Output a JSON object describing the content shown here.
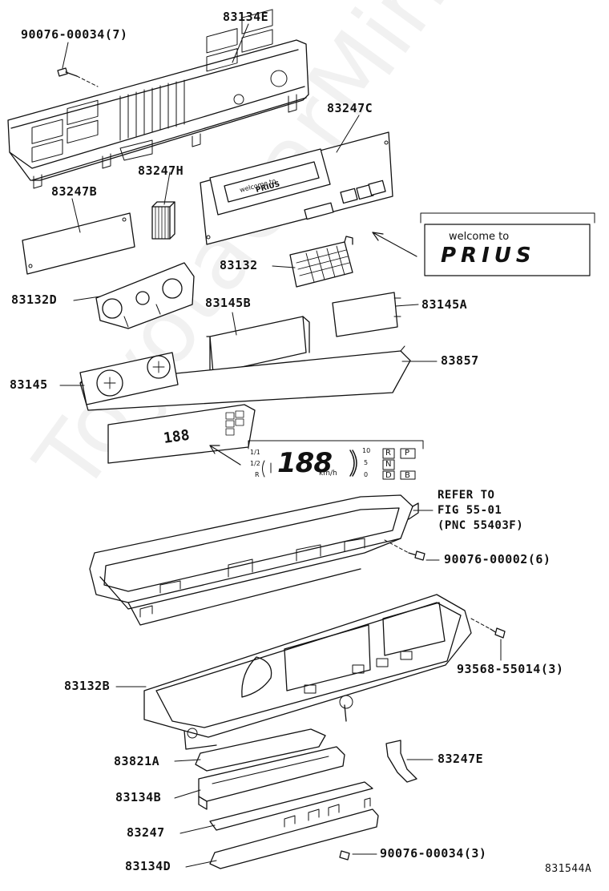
{
  "watermark": "ToyotaCarMine.ru",
  "diagram_code": "831544A",
  "inset": {
    "welcome_text": "welcome to",
    "brand": "PRIUS"
  },
  "display": {
    "digits": "188",
    "unit": "km/h",
    "gear": [
      "R",
      "P",
      "N",
      "D",
      "B"
    ],
    "scale": [
      "10",
      "5",
      "0"
    ],
    "fracs": [
      "1/1",
      "1/2",
      "R"
    ]
  },
  "callouts": {
    "bolt_top": "90076-00034(7)",
    "p83134E": "83134E",
    "p83247C": "83247C",
    "p83247H": "83247H",
    "p83247B": "83247B",
    "p83132": "83132",
    "p83132D": "83132D",
    "p83145B": "83145B",
    "p83145A": "83145A",
    "p83857": "83857",
    "p83145": "83145",
    "refer_1": "REFER TO",
    "refer_2": "FIG 55-01",
    "refer_3": "(PNC 55403F)",
    "screw_6": "90076-00002(6)",
    "screw_3a": "93568-55014(3)",
    "p83132B": "83132B",
    "p83821A": "83821A",
    "p83247E": "83247E",
    "p83134B": "83134B",
    "p83247": "83247",
    "screw_3b": "90076-00034(3)",
    "p83134D": "83134D"
  }
}
